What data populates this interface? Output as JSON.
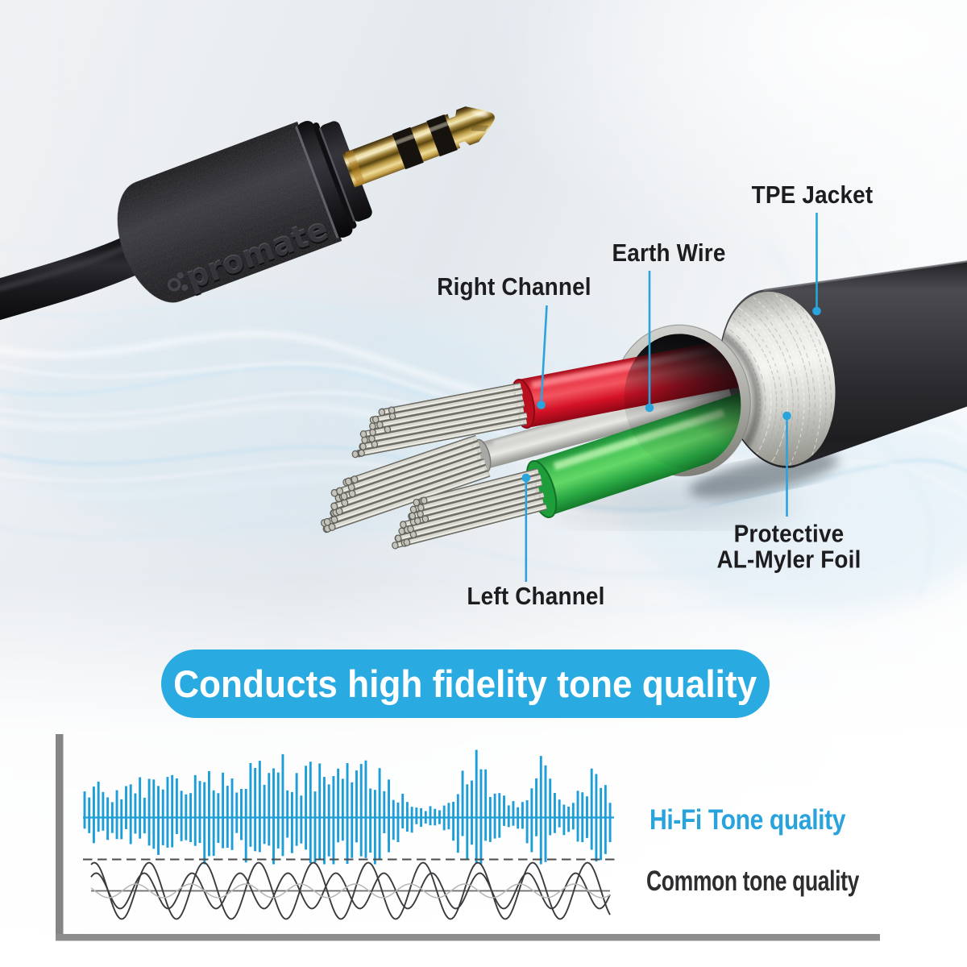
{
  "banner": {
    "text": "Conducts high fidelity tone quality",
    "bg_color": "#29abe2",
    "text_color": "#ffffff"
  },
  "plug": {
    "brand_text": "promate"
  },
  "callouts": {
    "tpe_jacket": "TPE Jacket",
    "earth_wire": "Earth Wire",
    "right_channel": "Right Channel",
    "protective_line1": "Protective",
    "protective_line2": "AL-Myler Foil",
    "left_channel": "Left Channel",
    "text_color": "#1d1d1f",
    "pointer_color": "#2aa4dc"
  },
  "chart_data": {
    "type": "line",
    "title": "",
    "series": [
      {
        "name": "Hi-Fi Tone quality",
        "kind": "amplitude-bars",
        "color": "#1d9ed8",
        "baseline_y": 1014.5,
        "x_start": 105,
        "x_step": 5.72,
        "bar_width": 2.9,
        "bars_up_down": [
          [
            32.4,
            13.9
          ],
          [
            24.9,
            19.4
          ],
          [
            38.4,
            31.8
          ],
          [
            44.5,
            17.7
          ],
          [
            31.6,
            16.3
          ],
          [
            25.0,
            27.8
          ],
          [
            19.1,
            19.2
          ],
          [
            33.9,
            26.7
          ],
          [
            22.6,
            26.9
          ],
          [
            39.0,
            14.4
          ],
          [
            41.1,
            33.0
          ],
          [
            30.0,
            20.0
          ],
          [
            50.0,
            26.2
          ],
          [
            24.6,
            19.7
          ],
          [
            48.0,
            34.8
          ],
          [
            47.2,
            38.8
          ],
          [
            39.2,
            46.4
          ],
          [
            34.8,
            34.4
          ],
          [
            50.4,
            37.4
          ],
          [
            52.7,
            37.0
          ],
          [
            48.6,
            20.5
          ],
          [
            33.2,
            29.3
          ],
          [
            28.7,
            28.1
          ],
          [
            30.3,
            30.5
          ],
          [
            52.6,
            35.2
          ],
          [
            45.4,
            31.6
          ],
          [
            43.9,
            58
          ],
          [
            57.5,
            47.9
          ],
          [
            33.7,
            47.6
          ],
          [
            30.2,
            31.5
          ],
          [
            55.7,
            38.1
          ],
          [
            39.4,
            37.5
          ],
          [
            48.5,
            40.3
          ],
          [
            31.0,
            19.2
          ],
          [
            35.5,
            28.0
          ],
          [
            35.5,
            55.8
          ],
          [
            67.5,
            36.3
          ],
          [
            61.5,
            41.8
          ],
          [
            70.4,
            42.9
          ],
          [
            40.6,
            32.8
          ],
          [
            55.3,
            34.9
          ],
          [
            61.0,
            58
          ],
          [
            55.9,
            38.4
          ],
          [
            78.6,
            47.8
          ],
          [
            33.5,
            25.0
          ],
          [
            31.6,
            44.2
          ],
          [
            55.2,
            35.1
          ],
          [
            27.2,
            32.2
          ],
          [
            64.2,
            39.8
          ],
          [
            69.3,
            56.6
          ],
          [
            32.4,
            55.5
          ],
          [
            67.1,
            51.3
          ],
          [
            50.4,
            58
          ],
          [
            41.1,
            48.2
          ],
          [
            51.4,
            58
          ],
          [
            60.7,
            30.8
          ],
          [
            48.1,
            28.7
          ],
          [
            67.5,
            57.5
          ],
          [
            43.7,
            50.2
          ],
          [
            58.4,
            30.9
          ],
          [
            66.5,
            48.2
          ],
          [
            70.8,
            50.3
          ],
          [
            36.0,
            43.6
          ],
          [
            34.3,
            58
          ],
          [
            61.3,
            51.8
          ],
          [
            32.7,
            19.5
          ],
          [
            47.1,
            43.1
          ],
          [
            21.8,
            27.7
          ],
          [
            18.6,
            30.5
          ],
          [
            29.5,
            13.5
          ],
          [
            19.3,
            17.5
          ],
          [
            13.3,
            18.8
          ],
          [
            12.4,
            8.3
          ],
          [
            11.6,
            11.6
          ],
          [
            8.0,
            7.5
          ],
          [
            14.1,
            9.7
          ],
          [
            10.8,
            9.8
          ],
          [
            9.0,
            8.2
          ],
          [
            14.9,
            15.8
          ],
          [
            18.2,
            14.7
          ],
          [
            19.5,
            28.7
          ],
          [
            29.0,
            43.7
          ],
          [
            58.1,
            23.0
          ],
          [
            41.2,
            51.6
          ],
          [
            45.9,
            33.7
          ],
          [
            84,
            57.5
          ],
          [
            59.9,
            58
          ],
          [
            59.7,
            28.9
          ],
          [
            25.5,
            30.4
          ],
          [
            29.7,
            26.1
          ],
          [
            30.3,
            25.1
          ],
          [
            27.2,
            10.4
          ],
          [
            15.1,
            11.9
          ],
          [
            20.4,
            10.2
          ],
          [
            12.7,
            13.8
          ],
          [
            19.3,
            14.0
          ],
          [
            21.4,
            31.9
          ],
          [
            36.2,
            43.0
          ],
          [
            48.6,
            23.2
          ],
          [
            76.4,
            58
          ],
          [
            64.7,
            55.3
          ],
          [
            48.2,
            22.0
          ],
          [
            30.5,
            19.3
          ],
          [
            22.3,
            12.2
          ],
          [
            16.0,
            21.8
          ],
          [
            13.5,
            17.9
          ],
          [
            18.2,
            14.9
          ],
          [
            33.2,
            29.9
          ],
          [
            31.3,
            30.6
          ],
          [
            26.3,
            25.4
          ],
          [
            60.8,
            40.0
          ],
          [
            54.0,
            54.5
          ],
          [
            36.7,
            52.8
          ],
          [
            40.3,
            45.3
          ],
          [
            18.2,
            30.6
          ]
        ]
      },
      {
        "name": "Common tone quality",
        "kind": "sine-waves",
        "center_y": 1105.5,
        "x0": 113,
        "x1": 757,
        "axis_color": "#6a6a6a",
        "waves": [
          {
            "amp": 35,
            "period": 68.0,
            "phase": 1.2,
            "color": "#3b3b3f",
            "w": 1.9
          },
          {
            "amp": 22,
            "period": 59.5,
            "phase": 0.9,
            "color": "#3b3b3f",
            "w": 1.9
          },
          {
            "amp": 8.5,
            "period": 68.0,
            "phase": 2.7,
            "color": "#b6b6b6",
            "w": 1.5
          }
        ]
      }
    ],
    "legend": [
      {
        "label": "Hi-Fi Tone quality",
        "color": "#29a3dc"
      },
      {
        "label": "Common tone quality",
        "color": "#2e2e30"
      }
    ],
    "axis_color": "#858585",
    "divider": {
      "y": 1066.5,
      "x0": 103,
      "x1": 766,
      "color": "#4a4a4a",
      "dash": [
        11.5,
        6.5
      ]
    }
  },
  "waveform_labels": {
    "hifi": "Hi-Fi Tone quality",
    "hifi_color": "#29a3dc",
    "common": "Common tone quality",
    "common_color": "#2e2e30"
  }
}
